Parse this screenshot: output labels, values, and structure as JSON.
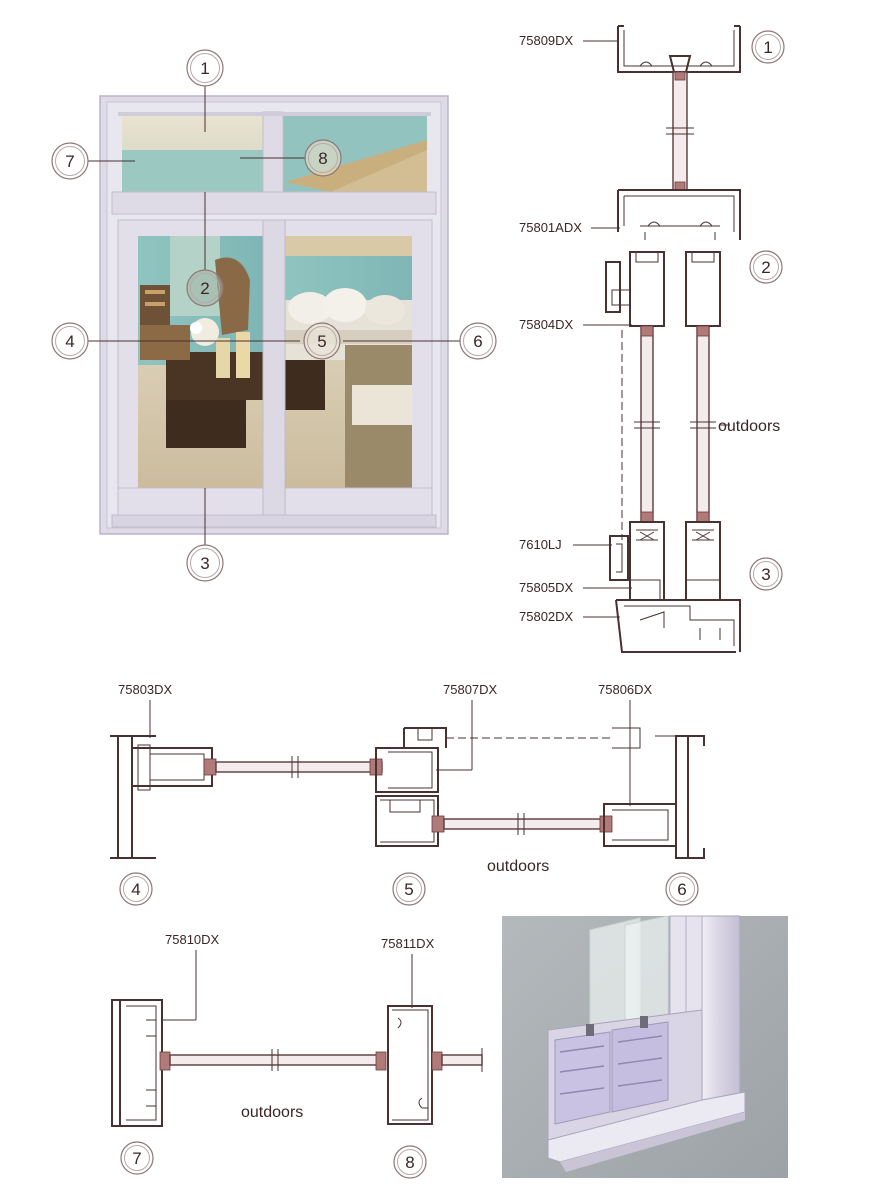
{
  "window_callouts": [
    "1",
    "2",
    "3",
    "4",
    "5",
    "6",
    "7",
    "8"
  ],
  "vertical_section": {
    "profiles": [
      "75809DX",
      "75801ADX",
      "75804DX",
      "7610LJ",
      "75805DX",
      "75802DX"
    ],
    "callouts": [
      "1",
      "2",
      "3"
    ],
    "outdoors": "outdoors"
  },
  "horizontal_section": {
    "profiles": [
      "75803DX",
      "75807DX",
      "75806DX"
    ],
    "callouts": [
      "4",
      "5",
      "6"
    ],
    "outdoors": "outdoors"
  },
  "transom_section": {
    "profiles": [
      "75810DX",
      "75811DX"
    ],
    "callouts": [
      "7",
      "8"
    ],
    "outdoors": "outdoors"
  },
  "colors": {
    "frame": "#dedbe6",
    "line": "#4a3131",
    "glass_sky": "#8dbfbd",
    "photo_bg": "#a9aeb1"
  }
}
